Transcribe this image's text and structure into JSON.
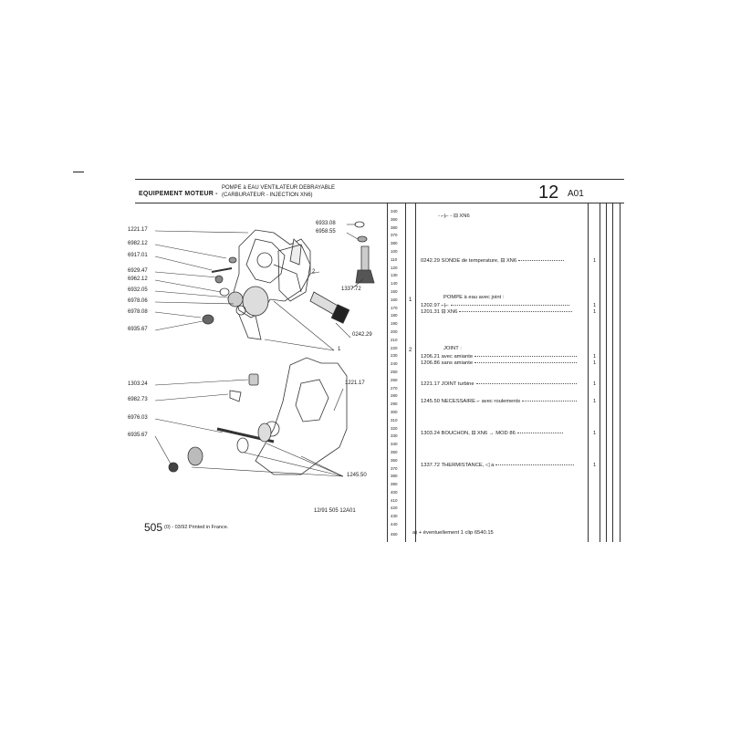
{
  "header": {
    "section_label": "EQUIPEMENT MOTEUR -",
    "title_line1": "POMPE à EAU VENTILATEUR DEBRAYABLE",
    "title_line2": "(CARBURATEUR - INJECTION XN6)",
    "page_number": "12",
    "page_code": "A01"
  },
  "diagram": {
    "callouts_left": [
      "1221.17",
      "6982.12",
      "6917.01",
      "6929.47",
      "6962.12",
      "6932.05",
      "6978.06",
      "6978.08",
      "6935.67"
    ],
    "callouts_top_right": [
      "6933.08",
      "6958.55"
    ],
    "callout_thermistance": "1337.72",
    "callout_sonde": "0242.29",
    "callout_group_2": "2",
    "callout_group_1": "1",
    "callouts_lower_left": [
      "1303.24",
      "6982.73",
      "6976.03",
      "6935.67"
    ],
    "callout_lower_right": "1221.17",
    "callout_bottom": "1245.50",
    "reference": "12/91 505 12A01"
  },
  "ruler_values": [
    "340",
    "360",
    "380",
    "370",
    "380",
    "100",
    "110",
    "120",
    "130",
    "140",
    "150",
    "160",
    "170",
    "180",
    "190",
    "200",
    "210",
    "220",
    "230",
    "240",
    "250",
    "260",
    "270",
    "280",
    "290",
    "300",
    "310",
    "320",
    "330",
    "340",
    "350",
    "360",
    "370",
    "380",
    "390",
    "400",
    "410",
    "420",
    "430",
    "440"
  ],
  "ruler_bottom": "450",
  "parts_table": {
    "rows": [
      {
        "group": "",
        "ref": "",
        "text": "- ⌐|⌐ - ⊟ XN6",
        "qty": ""
      },
      {
        "group": "",
        "ref": "0242.29",
        "text": "SONDE de temperature, ⊟ XN6",
        "qty": "1"
      },
      {
        "group": "1",
        "ref": "",
        "text": "POMPE à eau avec joint :",
        "qty": ""
      },
      {
        "group": "",
        "ref": "1202.97",
        "text": "⌐|⌐",
        "qty": "1"
      },
      {
        "group": "",
        "ref": "1201.31",
        "text": "⊟ XN6",
        "qty": "1"
      },
      {
        "group": "2",
        "ref": "",
        "text": "JOINT :",
        "qty": ""
      },
      {
        "group": "",
        "ref": "1206.21",
        "text": "avec amiante",
        "qty": "1"
      },
      {
        "group": "",
        "ref": "1206.86",
        "text": "sans amiante",
        "qty": "1"
      },
      {
        "group": "",
        "ref": "1221.17",
        "text": "JOINT turbine",
        "qty": "1"
      },
      {
        "group": "",
        "ref": "1245.50",
        "text": "NECESSAIRE ⌐ avec roulements",
        "qty": "1"
      },
      {
        "group": "",
        "ref": "1303.24",
        "text": "BOUCHON, ⊟ XN6 → MOD 86",
        "qty": "1"
      },
      {
        "group": "",
        "ref": "1337.72",
        "text": "THERMISTANCE, ◁ a",
        "qty": "1"
      }
    ]
  },
  "footer": {
    "model": "505",
    "edition": "(0) - 03/92 Printed in France.",
    "note": "a) + éventuellement 1 clip 6540.15"
  }
}
